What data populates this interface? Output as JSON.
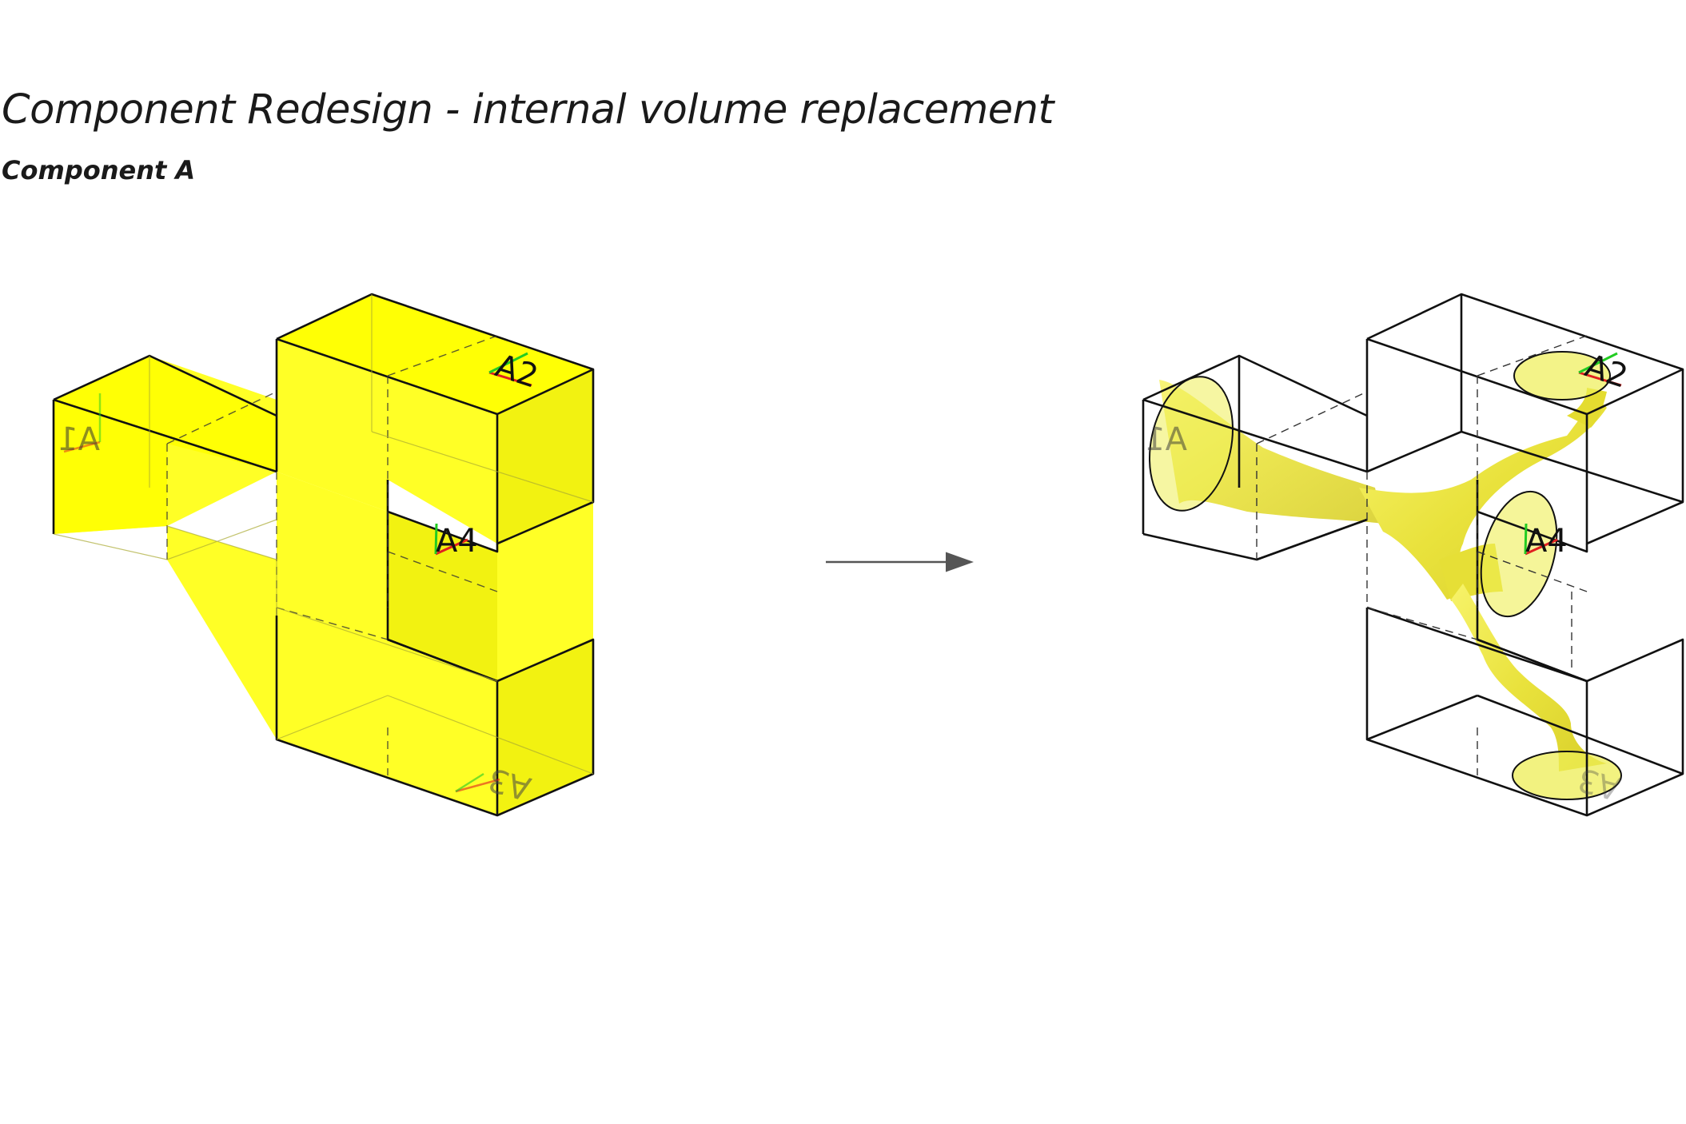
{
  "title": "Component Redesign - internal volume replacement",
  "subtitle": "Component A",
  "colors": {
    "volume_fill": "#ffff00",
    "channel_fill": "#eded40",
    "edge": "#111111",
    "arrow": "#555555",
    "axis_green": "#22cc22",
    "axis_red": "#e02020"
  },
  "ports": {
    "a1": "A1",
    "a2": "A2",
    "a3": "A3",
    "a4": "A4"
  }
}
